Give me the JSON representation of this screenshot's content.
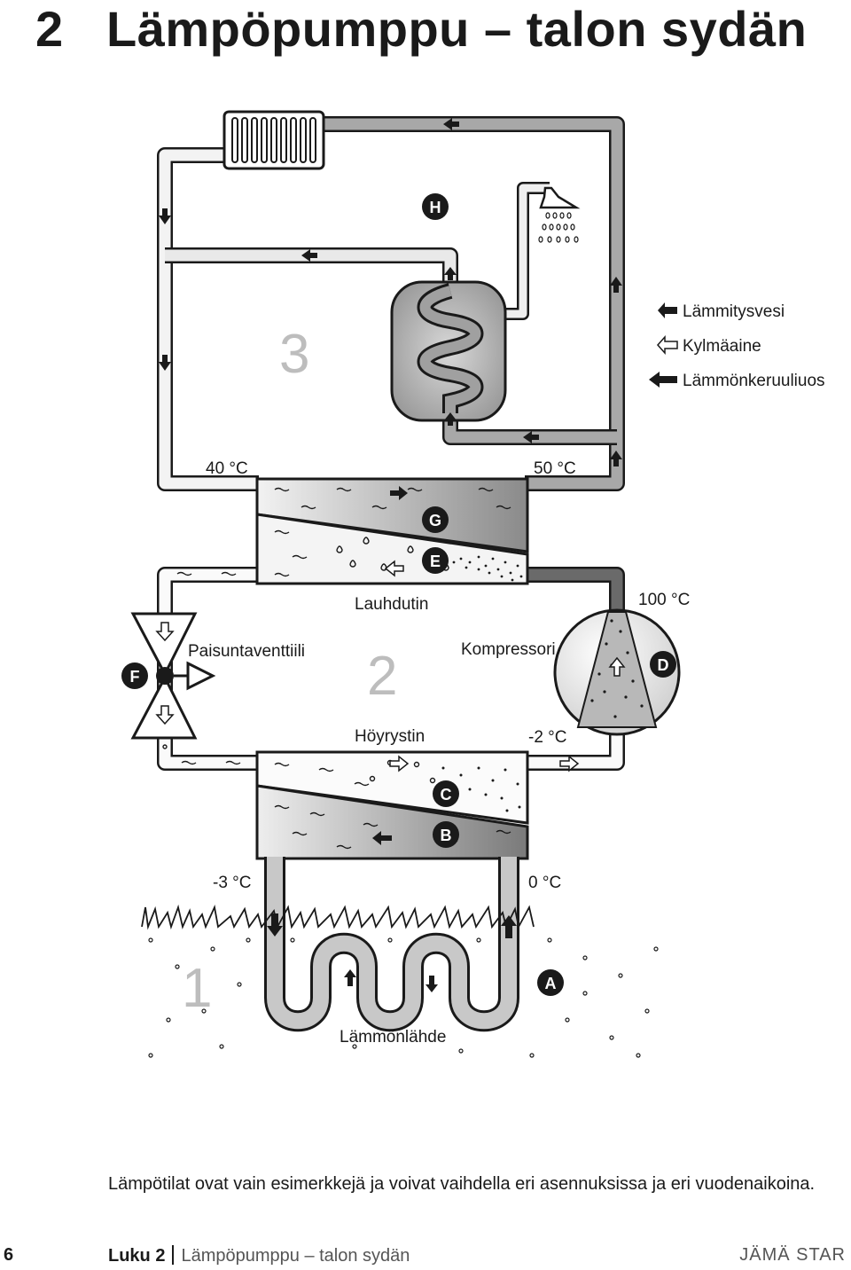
{
  "header": {
    "chapter_number": "2",
    "title": "Lämpöpumppu – talon sydän"
  },
  "diagram": {
    "section_numbers": [
      "3",
      "2",
      "1"
    ],
    "markers": [
      "H",
      "G",
      "E",
      "F",
      "D",
      "C",
      "B",
      "A"
    ],
    "legend": {
      "heating_water": "Lämmitysvesi",
      "refrigerant": "Kylmäaine",
      "collector_fluid": "Lämmönkeruuliuos"
    },
    "temps": {
      "t40": "40 °C",
      "t50": "50 °C",
      "t100": "100 °C",
      "tm2": "-2 °C",
      "tm3": "-3 °C",
      "t0": "0 °C"
    },
    "labels": {
      "condenser": "Lauhdutin",
      "expansion_valve": "Paisuntaventtiili",
      "compressor": "Kompressori",
      "evaporator": "Höyrystin",
      "heat_source": "Lämmönlähde"
    }
  },
  "caption": "Lämpötilat ovat vain esimerkkejä ja voivat vaihdella eri asennuksissa ja eri vuodenaikoina.",
  "footer": {
    "page_number": "6",
    "chapter_label": "Luku 2",
    "chapter_title": "Lämpöpumppu – talon sydän",
    "brand": "JÄMÄ STAR"
  }
}
